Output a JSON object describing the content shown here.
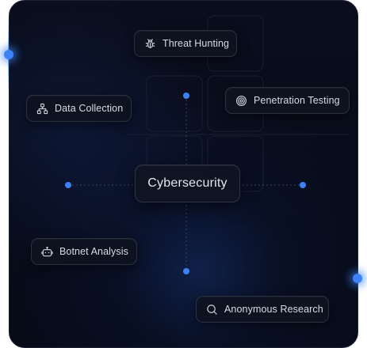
{
  "hub": {
    "label": "Cybersecurity"
  },
  "nodes": {
    "threat_hunting": {
      "label": "Threat Hunting",
      "icon": "bug-icon"
    },
    "data_collection": {
      "label": "Data Collection",
      "icon": "hierarchy-icon"
    },
    "penetration_testing": {
      "label": "Penetration Testing",
      "icon": "target-icon"
    },
    "botnet_analysis": {
      "label": "Botnet Analysis",
      "icon": "bot-icon"
    },
    "anonymous_research": {
      "label": "Anonymous Research",
      "icon": "search-icon"
    }
  },
  "colors": {
    "accent": "#3b82f6",
    "panel": "#090d1b",
    "chip_border": "#2a3142",
    "text": "#d7dbe4"
  }
}
